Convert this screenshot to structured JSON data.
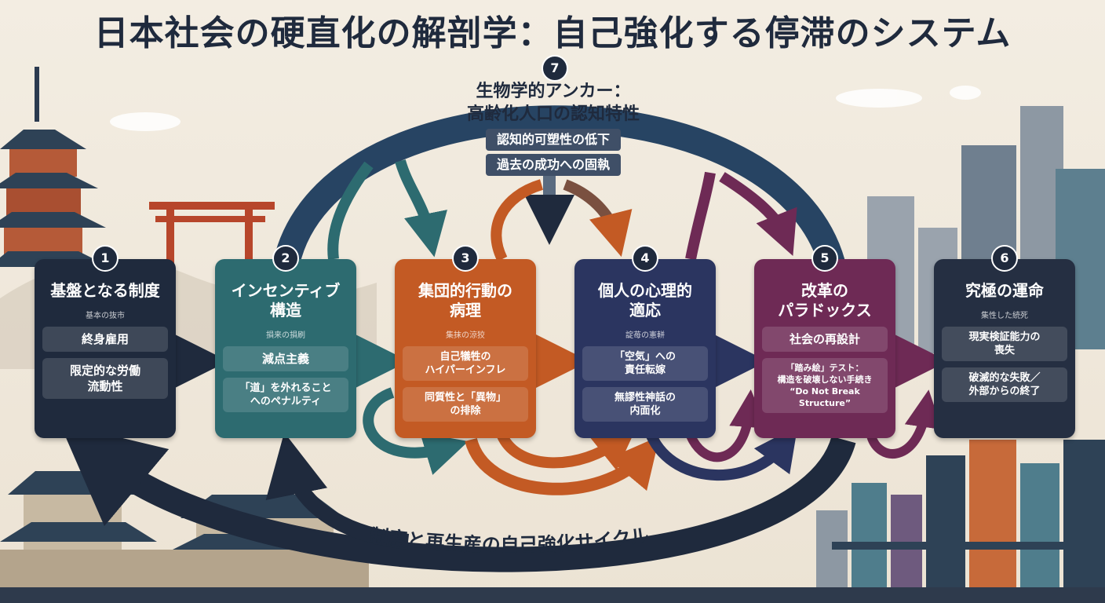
{
  "title": "日本社会の硬直化の解剖学：自己強化する停滞のシステム",
  "anchor": {
    "number": "7",
    "heading": "生物学的アンカー：\n高齢化人口の認知特性",
    "items": [
      "認知的可塑性の低下",
      "過去の成功への固執"
    ]
  },
  "stages": [
    {
      "number": "1",
      "heading": "基盤となる制度",
      "sub": "基本の抜市",
      "items": [
        "終身雇用",
        "限定的な労働\n流動性"
      ],
      "color": "#1f2a3d"
    },
    {
      "number": "2",
      "heading": "インセンティブ\n構造",
      "sub": "損来の損刷",
      "items": [
        "減点主義",
        "「道」を外れること\nへのペナルティ"
      ],
      "color": "#2d6b70"
    },
    {
      "number": "3",
      "heading": "集団的行動の\n病理",
      "sub": "集抹の涼狡",
      "items": [
        "自己犠牲の\nハイパーインフレ",
        "同質性と「異物」\nの排除"
      ],
      "color": "#c35a24"
    },
    {
      "number": "4",
      "heading": "個人の心理的\n適応",
      "sub": "諚苺の憲軿",
      "items": [
        "「空気」への\n責任転嫁",
        "無謬性神話の\n内面化"
      ],
      "color": "#2b3560"
    },
    {
      "number": "5",
      "heading": "改革の\nパラドックス",
      "sub": "",
      "items": [
        "社会の再設計",
        "「踏み絵」テスト：\n構造を破壊しない手続き\n“Do Not Break Structure”"
      ],
      "color": "#6e2a55"
    },
    {
      "number": "6",
      "heading": "究極の運命",
      "sub": "集性した続死",
      "items": [
        "現実検証能力の\n喪失",
        "破滅的な失敗／\n外部からの終了"
      ],
      "color": "#252f42"
    }
  ],
  "cycle_label": "制度と再生産の自己強化サイクル",
  "colors": {
    "navy": "#1f2a3d",
    "teal": "#2d6b70",
    "orange": "#c35a24",
    "indigo": "#2b3560",
    "plum": "#6e2a55",
    "anchor_arc": "#274463"
  }
}
